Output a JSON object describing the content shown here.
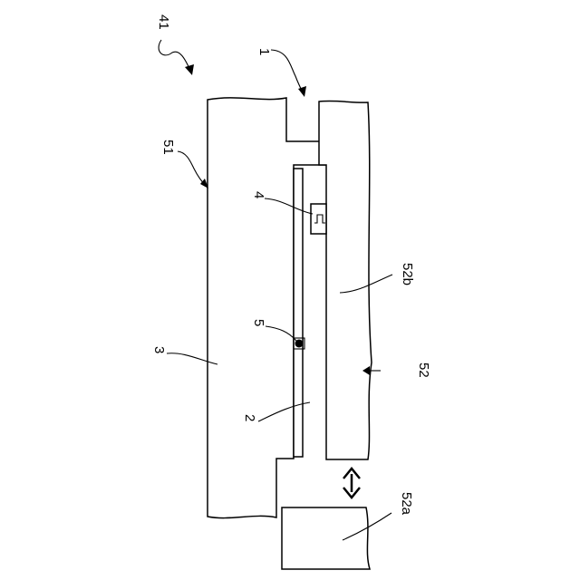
{
  "figure": {
    "labels": {
      "assembly": "41",
      "device": "1",
      "body": "51",
      "sensor": "4",
      "cover": "52b",
      "chip": "5",
      "housing": "3",
      "member": "52",
      "board": "2",
      "block": "52a"
    }
  }
}
